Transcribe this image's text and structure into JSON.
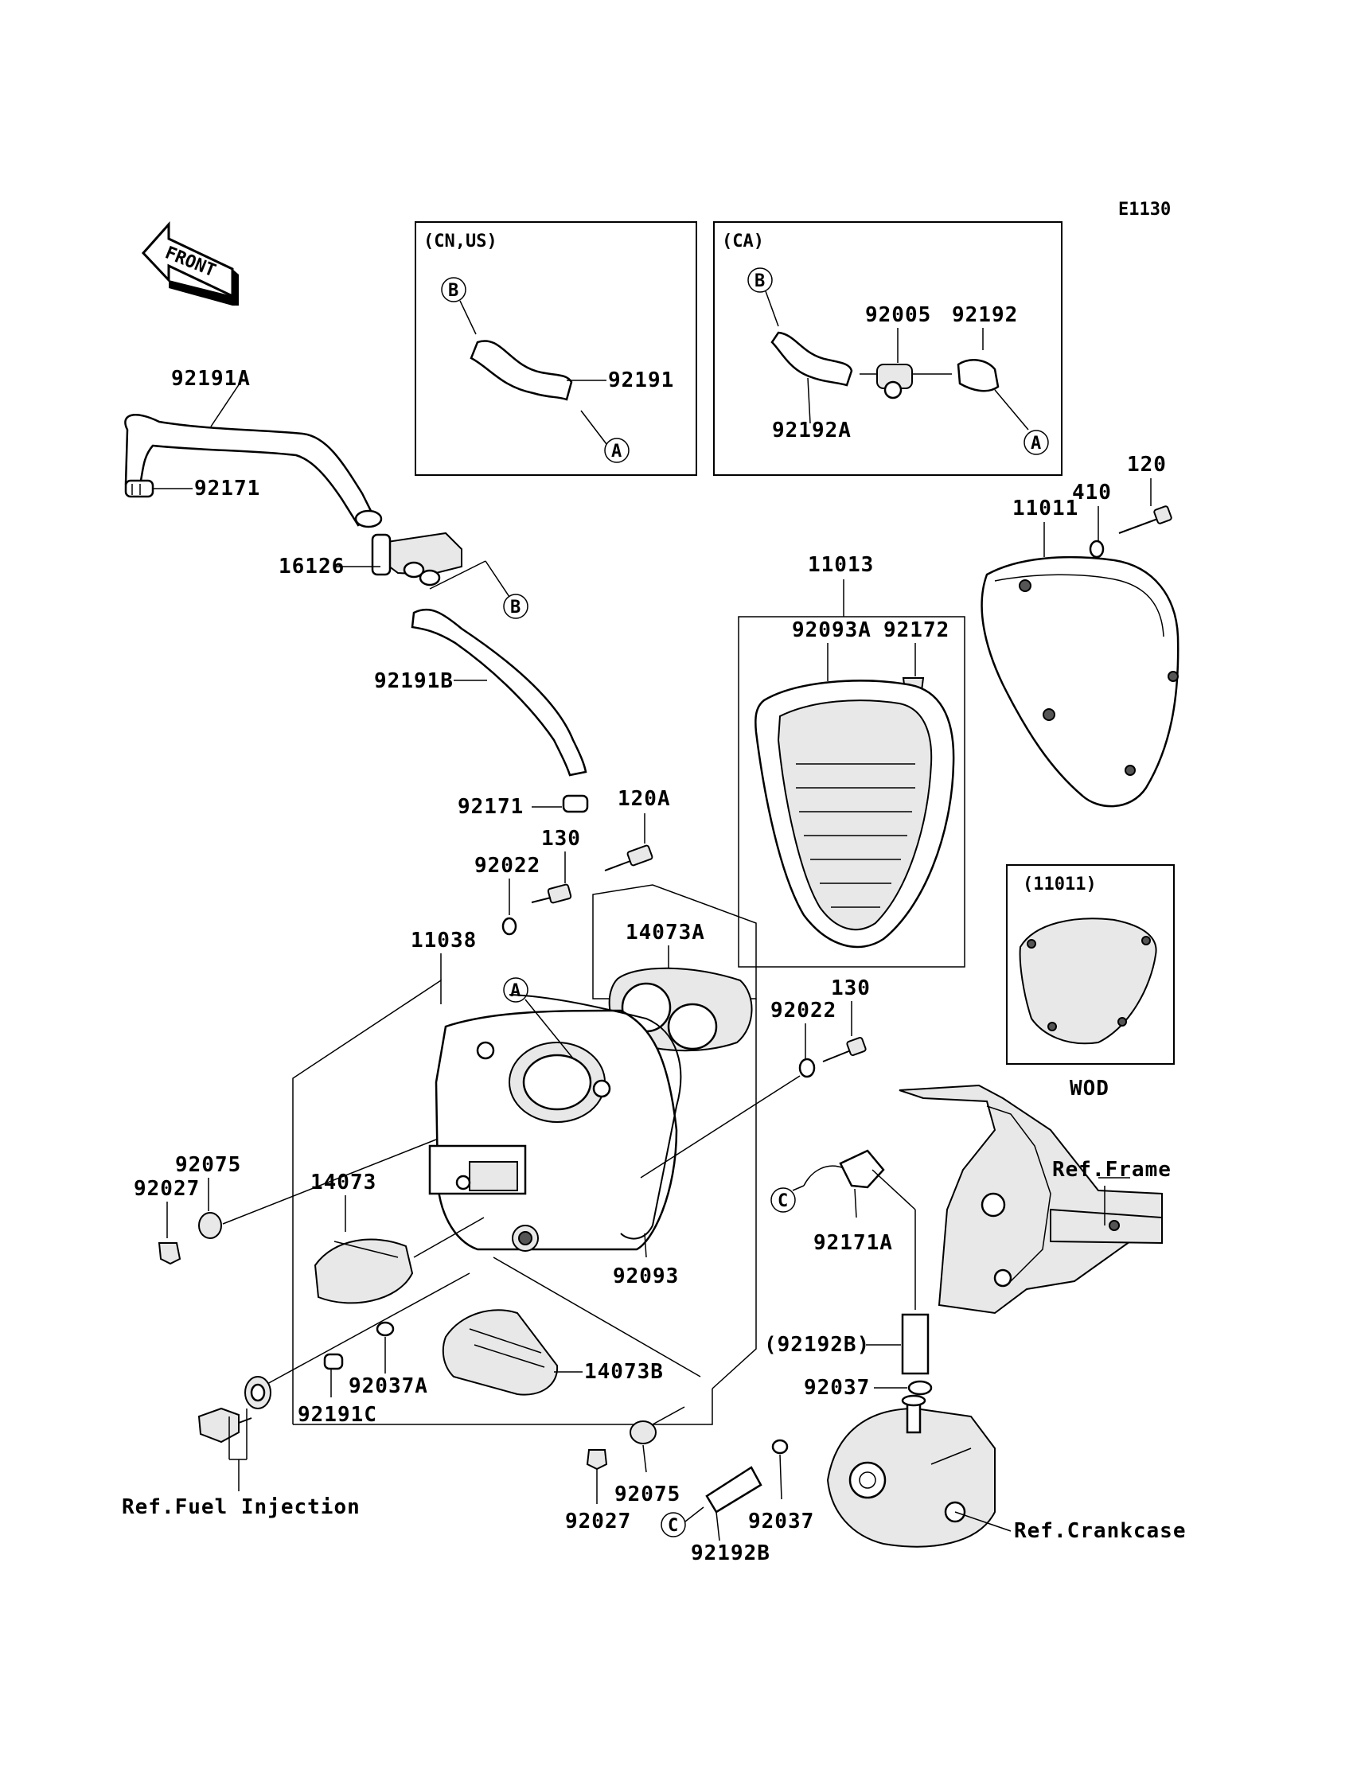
{
  "diagram_code": "E1130",
  "front_label": "FRONT",
  "box_cn_us": {
    "title": "(CN,US)",
    "label_92191": "92191",
    "ref_b": "B",
    "ref_a": "A"
  },
  "box_ca": {
    "title": "(CA)",
    "label_92005": "92005",
    "label_92192": "92192",
    "label_92192a": "92192A",
    "ref_b": "B",
    "ref_a": "A"
  },
  "box_wod": {
    "title": "(11011)",
    "caption": "WOD"
  },
  "labels": {
    "p92191A": "92191A",
    "p92171_top": "92171",
    "p16126": "16126",
    "p92191B": "92191B",
    "p92171_mid": "92171",
    "p120A": "120A",
    "p130_left": "130",
    "p92022_left": "92022",
    "p14073A": "14073A",
    "p11038": "11038",
    "p11013": "11013",
    "p92093A": "92093A",
    "p92172": "92172",
    "p11011": "11011",
    "p410": "410",
    "p120": "120",
    "p130_right": "130",
    "p92022_right": "92022",
    "p92075_left": "92075",
    "p92027_left": "92027",
    "p14073": "14073",
    "p92093": "92093",
    "p92171A": "92171A",
    "p92192B_paren": "(92192B)",
    "p92037_right": "92037",
    "p92037A": "92037A",
    "p14073B": "14073B",
    "p92191C": "92191C",
    "p92027_bottom": "92027",
    "p92075_bottom": "92075",
    "p92037_bottom": "92037",
    "p92192B": "92192B"
  },
  "refs": {
    "frame": "Ref.Frame",
    "fuel_injection": "Ref.Fuel Injection",
    "crankcase": "Ref.Crankcase"
  },
  "callouts": {
    "b_main": "B",
    "a_main": "A",
    "c_right": "C",
    "c_bottom": "C"
  }
}
